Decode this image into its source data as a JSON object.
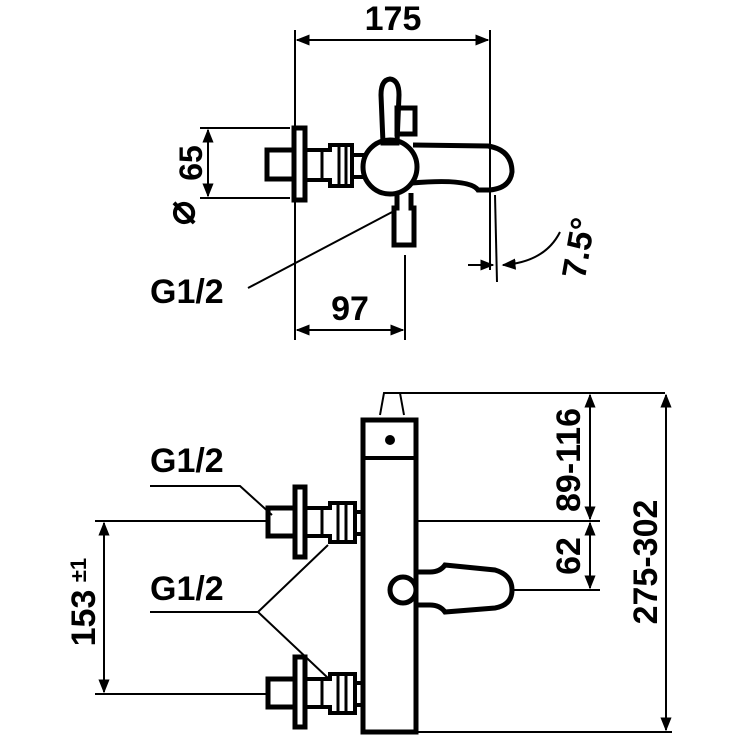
{
  "top_view": {
    "width_dim": "175",
    "diameter_dim": "65",
    "diameter_symbol": "⌀",
    "inlet_dim": "97",
    "thread_label": "G1/2",
    "angle_dim": "7.5°"
  },
  "front_view": {
    "thread_label_upper": "G1/2",
    "thread_label_lower": "G1/2",
    "spacing_dim": "153",
    "spacing_tol": "±1",
    "spout_height_dim": "62",
    "handle_height_dim": "89-116",
    "total_height_dim": "275-302"
  }
}
